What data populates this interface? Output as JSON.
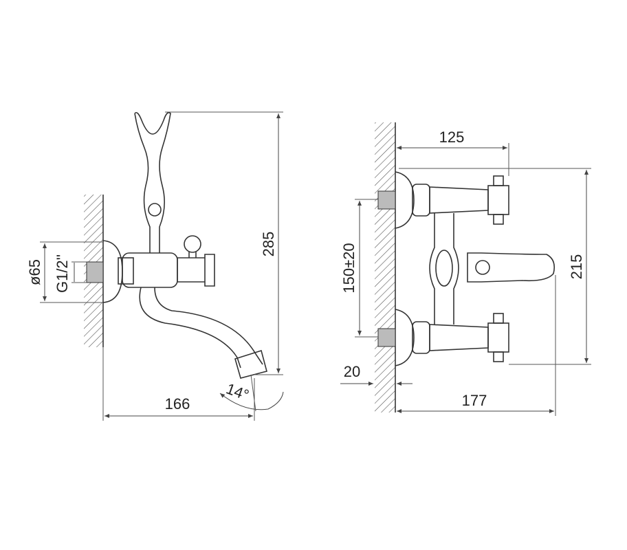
{
  "side_view": {
    "height_label": "285",
    "projection_label": "166",
    "angle_label": "14°",
    "diameter_label": "ø65",
    "thread_label": "G1/2''"
  },
  "front_view": {
    "handle_span_label": "125",
    "centers_label": "150±20",
    "height_label": "215",
    "wall_offset_label": "20",
    "depth_label": "177"
  }
}
